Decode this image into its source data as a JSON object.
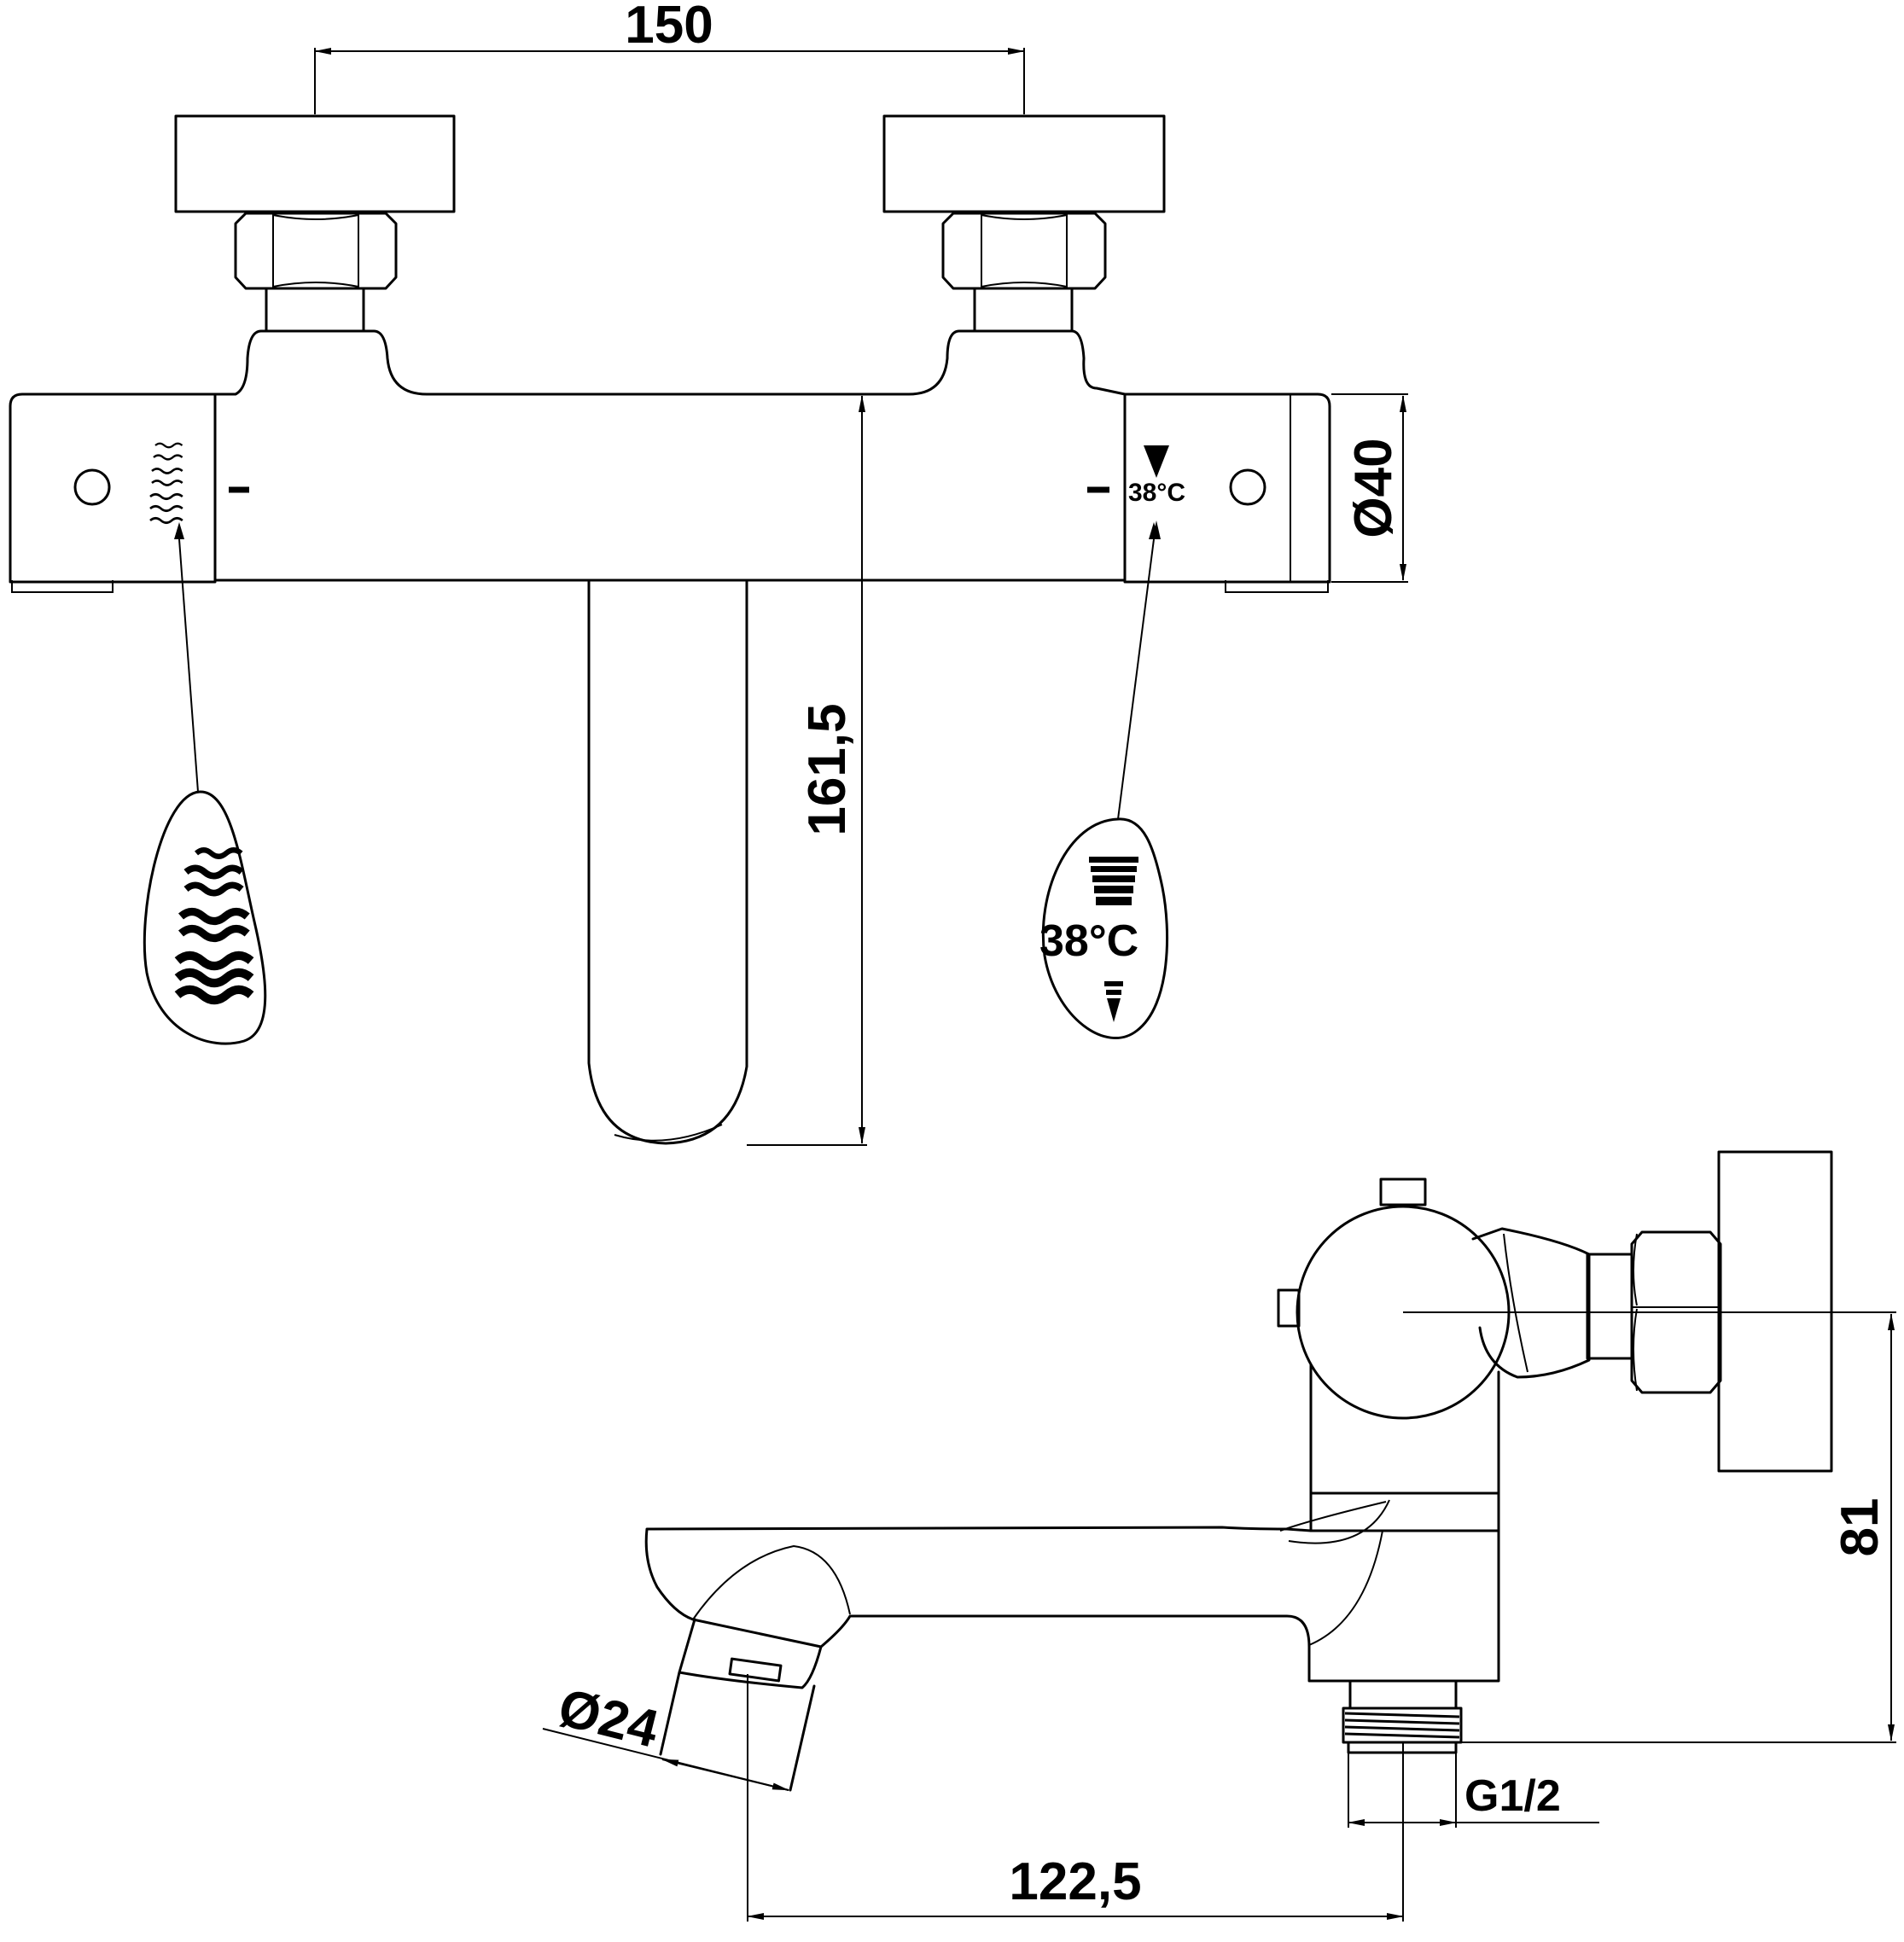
{
  "colors": {
    "stroke": "#000000",
    "background": "#ffffff"
  },
  "dimensions": {
    "inlet_spacing": "150",
    "body_diameter": "Ø40",
    "spout_drop": "161,5",
    "wall_projection": "81",
    "spout_outlet_diameter": "Ø24",
    "spout_reach": "122,5",
    "outlet_thread": "G1/2"
  },
  "labels": {
    "temperature_small": "38°C",
    "temperature_large": "38°C"
  },
  "icons": [
    "flow-wave-icon",
    "temperature-scale-icon"
  ]
}
